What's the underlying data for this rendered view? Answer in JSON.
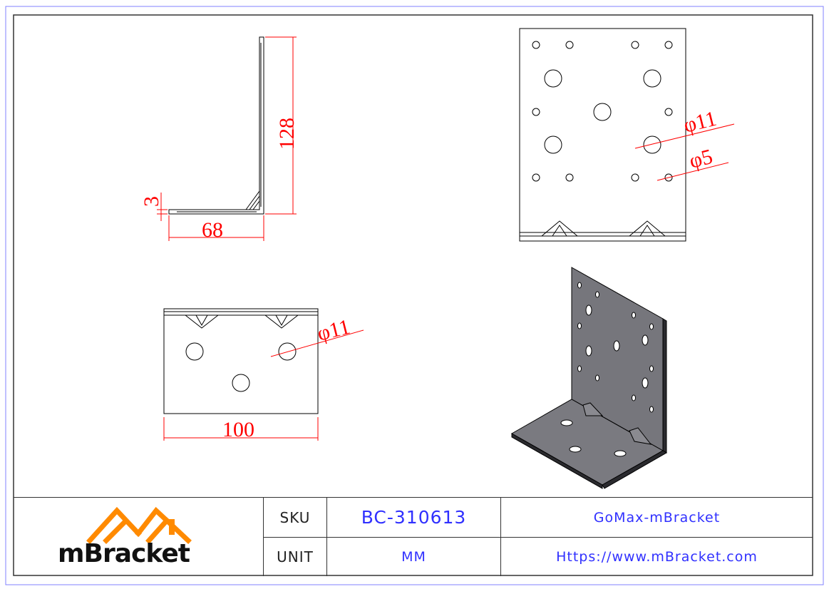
{
  "drawing": {
    "side_view": {
      "height_dim": "128",
      "thickness_dim": "3",
      "depth_dim": "68"
    },
    "top_view": {
      "large_hole_dim": "φ11",
      "small_hole_dim": "φ5"
    },
    "front_view": {
      "hole_dim": "φ11",
      "width_dim": "100"
    },
    "colors": {
      "dimension": "#ff0000",
      "outline": "#000000",
      "iso_fill": "#76767c"
    }
  },
  "title_block": {
    "logo_text": "mBracket",
    "sku_label": "SKU",
    "sku_value": "BC-310613",
    "unit_label": "UNIT",
    "unit_value": "MM",
    "product_name": "GoMax-mBracket",
    "website": "Https://www.mBracket.com",
    "colors": {
      "logo_orange": "#ff8a00",
      "value_blue": "#3030ff"
    }
  }
}
